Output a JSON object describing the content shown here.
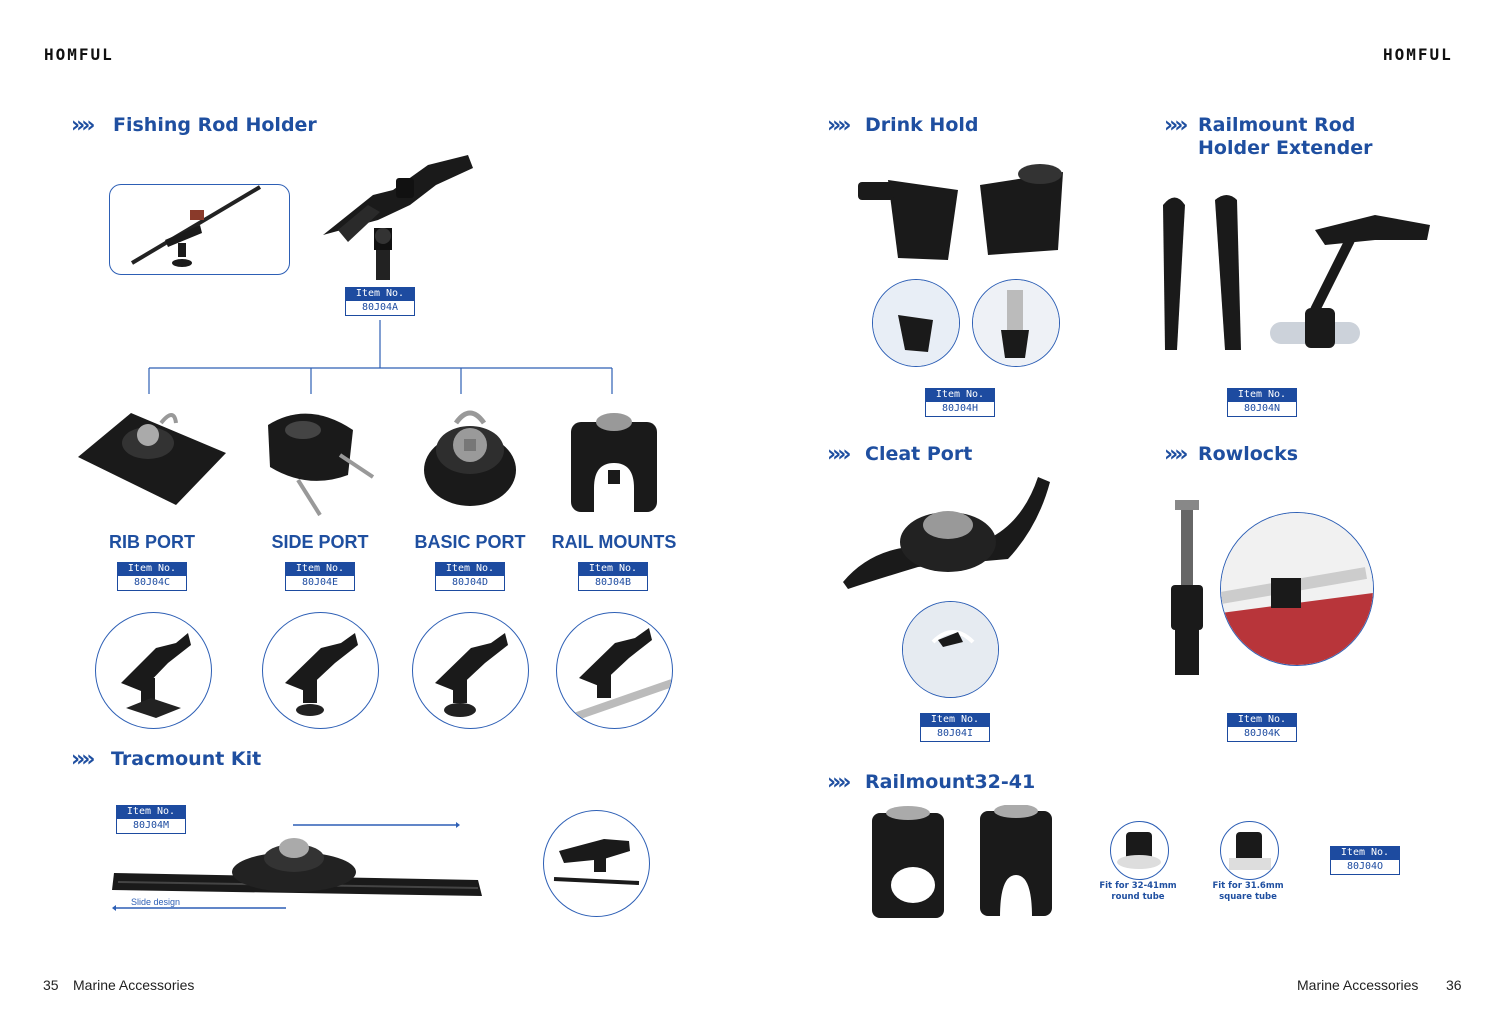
{
  "header": {
    "brand_left": "HOMFUL",
    "brand_right": "HOMFUL"
  },
  "item_label": "Item No.",
  "left": {
    "fishing_title": "Fishing Rod Holder",
    "fishing_item": "80J04A",
    "ports": [
      {
        "name": "RIB PORT",
        "item": "80J04C"
      },
      {
        "name": "SIDE PORT",
        "item": "80J04E"
      },
      {
        "name": "BASIC PORT",
        "item": "80J04D"
      },
      {
        "name": "RAIL MOUNTS",
        "item": "80J04B"
      }
    ],
    "tracmount_title": "Tracmount Kit",
    "tracmount_item": "80J04M",
    "slide_label": "Slide design"
  },
  "right": {
    "drink_title": "Drink Hold",
    "drink_item": "80J04H",
    "railmount_extender_title_line1": "Railmount Rod",
    "railmount_extender_title_line2": "Holder Extender",
    "railmount_extender_item": "80J04N",
    "cleat_title": "Cleat Port",
    "cleat_item": "80J04I",
    "rowlocks_title": "Rowlocks",
    "rowlocks_item": "80J04K",
    "railmount3241_title": "Railmount32-41",
    "railmount3241_item": "80J04O",
    "fit_round_line1": "Fit for 32-41mm",
    "fit_round_line2": "round tube",
    "fit_square_line1": "Fit for 31.6mm",
    "fit_square_line2": "square tube"
  },
  "footer": {
    "left_page": "35",
    "left_text": "Marine Accessories",
    "right_text": "Marine Accessories",
    "right_page": "36"
  },
  "colors": {
    "accent": "#1f4fa0",
    "label_bg": "#1d4ba0",
    "product": "#1a1a1a"
  }
}
